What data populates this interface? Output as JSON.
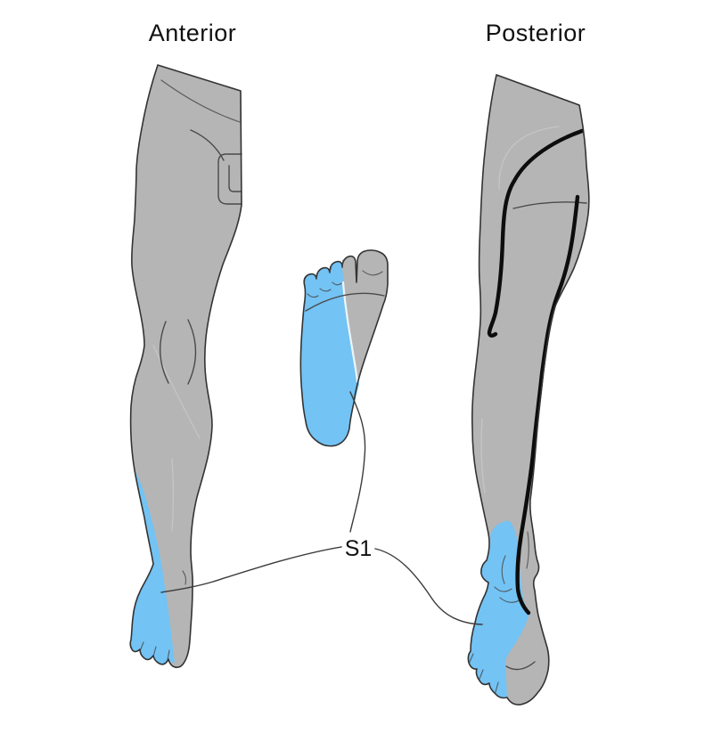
{
  "titles": {
    "anterior": "Anterior",
    "posterior": "Posterior"
  },
  "annotation": {
    "dermatome_label": "S1"
  },
  "colors": {
    "background": "#ffffff",
    "skin": "#b5b5b5",
    "dermatome_fill": "#73c3f4",
    "outline": "#333333",
    "detail_line": "#4a4a4a",
    "faint_line": "#c9c9c9",
    "bold_line": "#0d0d0d",
    "leader_line": "#3b3b3b",
    "white_boundary": "#f4f8fb",
    "text": "#111111"
  }
}
